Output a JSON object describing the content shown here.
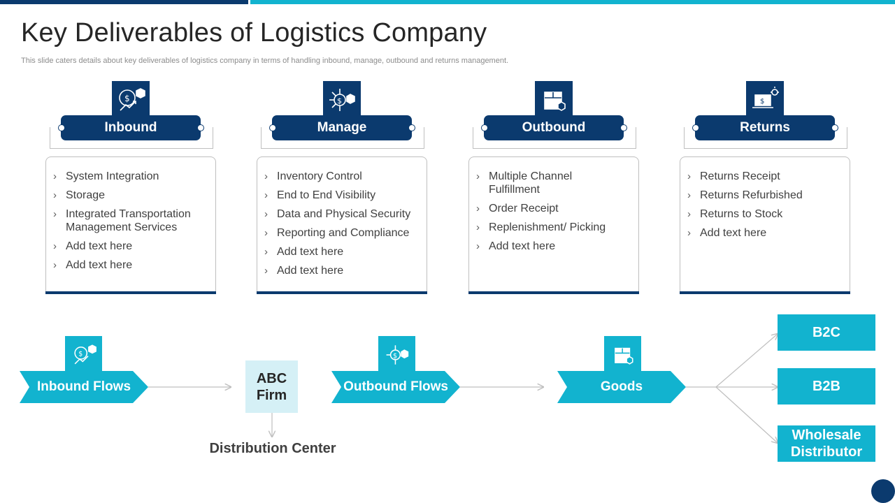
{
  "title": "Key Deliverables of Logistics Company",
  "subtitle": "This slide caters details about key deliverables of logistics company in terms of handling inbound, manage, outbound and returns management.",
  "columns": [
    {
      "title": "Inbound",
      "icon": "money-growth-icon",
      "items": [
        "System Integration",
        "Storage",
        "Integrated Transportation Management Services",
        "Add text here",
        "Add text here"
      ]
    },
    {
      "title": "Manage",
      "icon": "network-cube-icon",
      "items": [
        "Inventory  Control",
        "End to End Visibility",
        "Data and Physical Security",
        "Reporting and Compliance",
        "Add text here",
        "Add text here"
      ]
    },
    {
      "title": "Outbound",
      "icon": "package-box-icon",
      "items": [
        "Multiple Channel Fulfillment",
        "Order Receipt",
        "Replenishment/ Picking",
        "Add text here"
      ]
    },
    {
      "title": "Returns",
      "icon": "laptop-money-icon",
      "items": [
        "Returns Receipt",
        "Returns Refurbished",
        "Returns to Stock",
        "Add text here"
      ]
    }
  ],
  "flow": {
    "inbound_flows": "Inbound Flows",
    "abc_firm": "ABC Firm",
    "distribution_center": "Distribution Center",
    "outbound_flows": "Outbound Flows",
    "goods": "Goods",
    "b2c": "B2C",
    "b2b": "B2B",
    "wholesale": "Wholesale Distributor"
  },
  "colors": {
    "dark_blue": "#0b3a6e",
    "cyan": "#12b3cf",
    "light_cyan": "#d5f0f6"
  }
}
